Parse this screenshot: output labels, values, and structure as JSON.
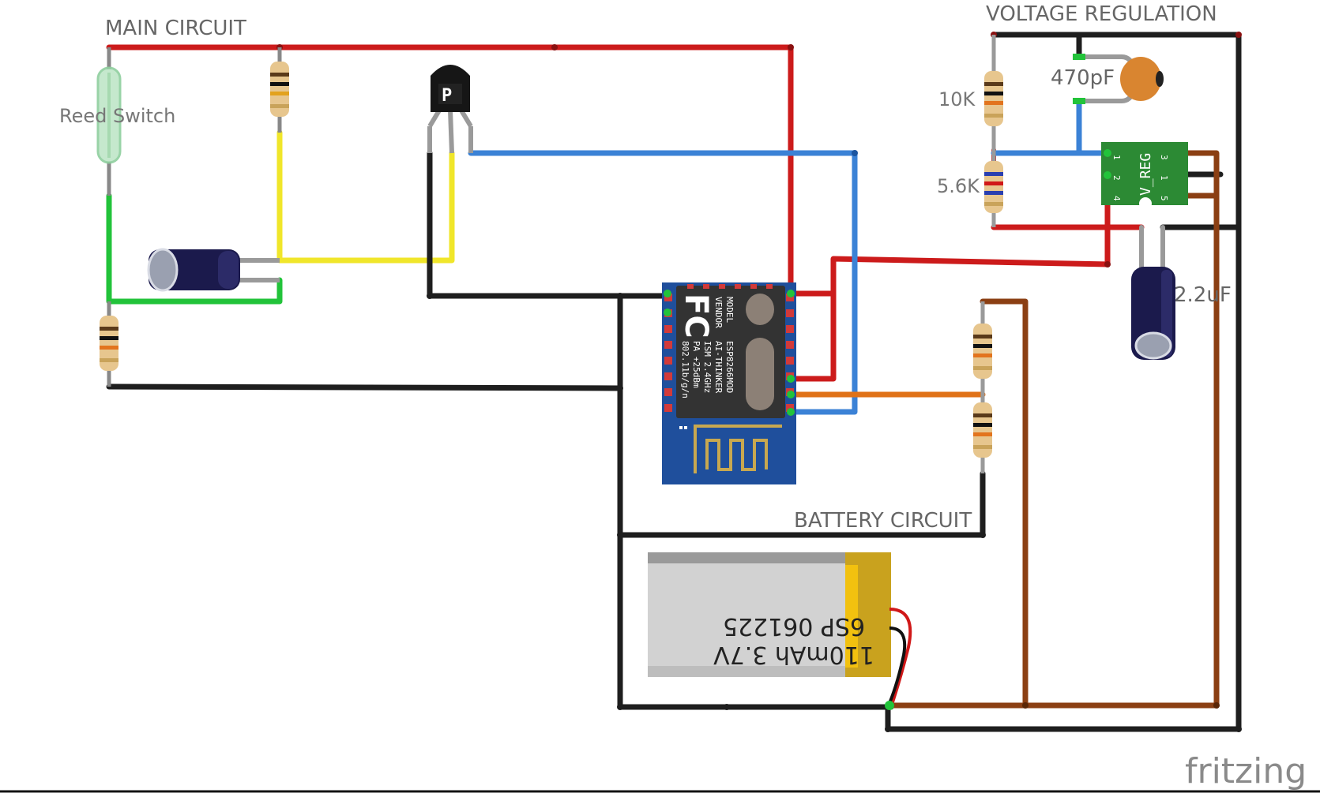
{
  "labels": {
    "main_circuit": "MAIN CIRCUIT",
    "voltage_regulation": "VOLTAGE REGULATION",
    "battery_circuit": "BATTERY CIRCUIT",
    "reed_switch": "Reed Switch",
    "r_10k": "10K",
    "r_5_6k": "5.6K",
    "c_470pf": "470pF",
    "c_2_2uf": "2.2uF"
  },
  "esp_module": {
    "fc_mark": "FC",
    "model_title": "MODEL",
    "vendor_title": "VENDOR",
    "model": "ESP8266MOD",
    "vendor": "AI-THINKER",
    "ism": "ISM 2.4GHz",
    "pa": "PA +25dBm",
    "wifi": "802.11b/g/n"
  },
  "regulator": {
    "label": "V_REG",
    "pins": [
      "1",
      "2",
      "3",
      "1",
      "5",
      "4"
    ]
  },
  "battery": {
    "line1": "110mAh 3.7V",
    "line2": "6SP 061225"
  },
  "transistor_mark": "P",
  "watermark": "fritzing",
  "colors": {
    "red": "#cc1b1b",
    "blue": "#3b82d6",
    "yellow": "#f0e62a",
    "green": "#22c33a",
    "black": "#1e1e1e",
    "brown": "#8b3f13",
    "orange": "#e07218",
    "esp_blue": "#1f4f9c",
    "reg_green": "#2c8a34"
  }
}
